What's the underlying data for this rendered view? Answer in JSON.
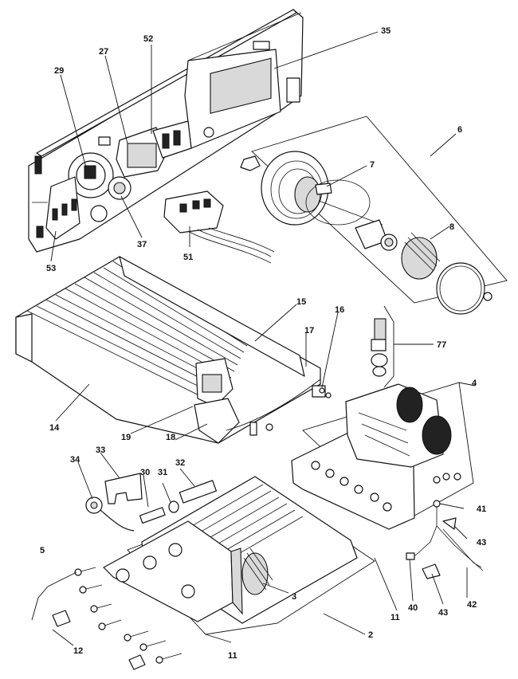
{
  "parts": [
    {
      "id": "p35",
      "number": "35"
    },
    {
      "id": "p52",
      "number": "52"
    },
    {
      "id": "p27",
      "number": "27"
    },
    {
      "id": "p29",
      "number": "29"
    },
    {
      "id": "p6",
      "number": "6"
    },
    {
      "id": "p7",
      "number": "7"
    },
    {
      "id": "p8",
      "number": "8"
    },
    {
      "id": "p37",
      "number": "37"
    },
    {
      "id": "p51",
      "number": "51"
    },
    {
      "id": "p53",
      "number": "53"
    },
    {
      "id": "p15",
      "number": "15"
    },
    {
      "id": "p16",
      "number": "16"
    },
    {
      "id": "p17",
      "number": "17"
    },
    {
      "id": "p77",
      "number": "77"
    },
    {
      "id": "p14",
      "number": "14"
    },
    {
      "id": "p19",
      "number": "19"
    },
    {
      "id": "p18",
      "number": "18"
    },
    {
      "id": "p4",
      "number": "4"
    },
    {
      "id": "p34",
      "number": "34"
    },
    {
      "id": "p33",
      "number": "33"
    },
    {
      "id": "p30",
      "number": "30"
    },
    {
      "id": "p31",
      "number": "31"
    },
    {
      "id": "p32",
      "number": "32"
    },
    {
      "id": "p5",
      "number": "5"
    },
    {
      "id": "p41",
      "number": "41"
    },
    {
      "id": "p43a",
      "number": "43"
    },
    {
      "id": "p3",
      "number": "3"
    },
    {
      "id": "p40",
      "number": "40"
    },
    {
      "id": "p43b",
      "number": "43"
    },
    {
      "id": "p42",
      "number": "42"
    },
    {
      "id": "p11a",
      "number": "11"
    },
    {
      "id": "p2",
      "number": "2"
    },
    {
      "id": "p12",
      "number": "12"
    },
    {
      "id": "p11b",
      "number": "11"
    }
  ]
}
